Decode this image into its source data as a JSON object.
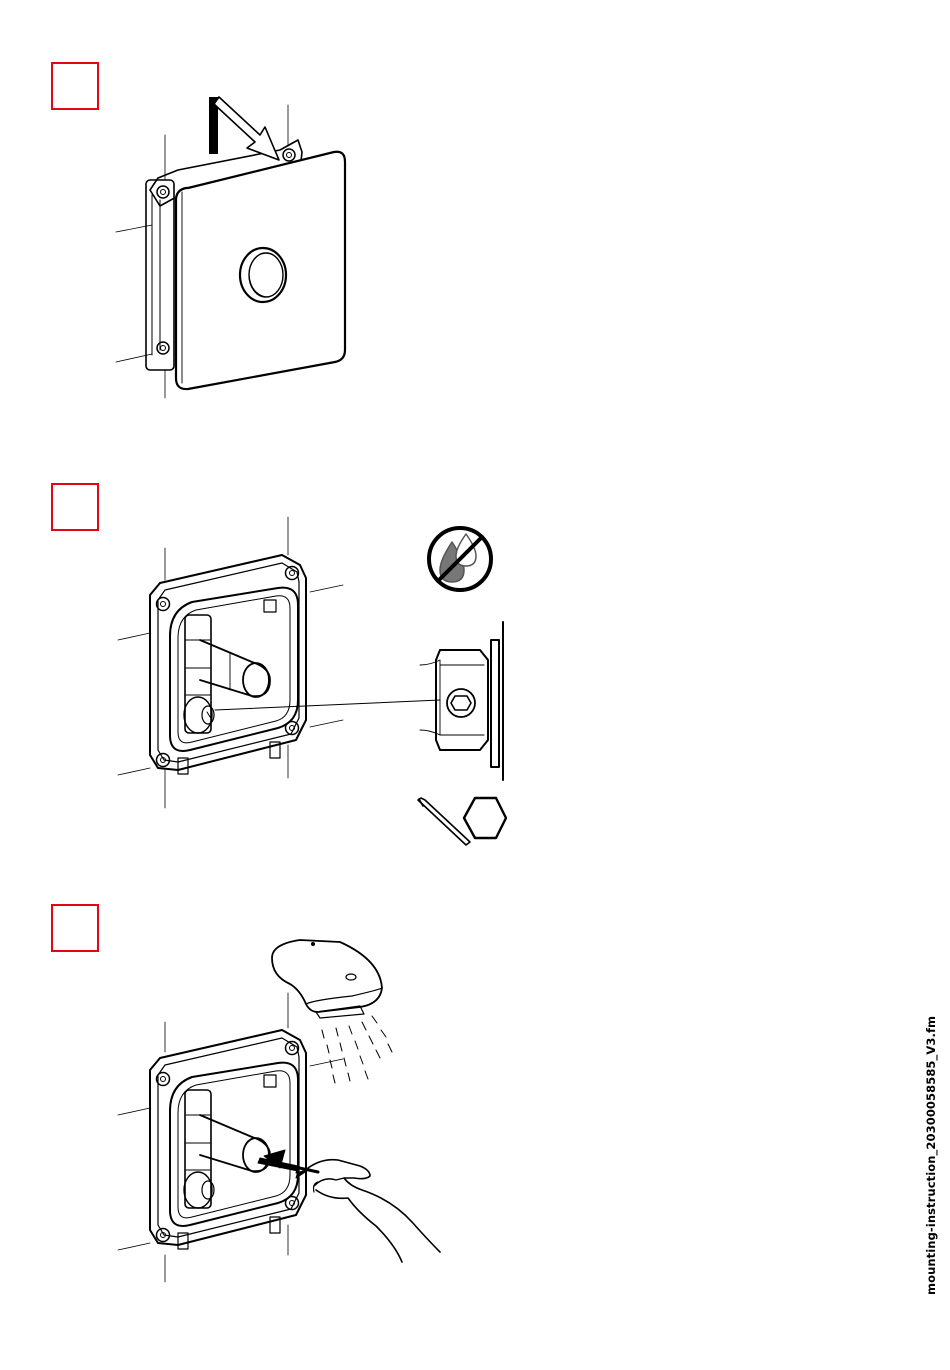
{
  "document": {
    "footer": {
      "filename": "mounting-instruction_20300058585_V3.fm"
    },
    "colors": {
      "step_frame": "#e30613",
      "line": "#000000",
      "background": "#ffffff"
    },
    "steps": [
      {
        "illustration": "cover-plate-installation"
      },
      {
        "illustration": "valve-shutoff-with-hex-key",
        "icons": [
          "no-water-icon",
          "hex-key-icon",
          "hexagon-icon"
        ]
      },
      {
        "illustration": "flush-pipes-shower-head",
        "icons": [
          "shower-head-icon",
          "hand-icon"
        ]
      }
    ]
  }
}
